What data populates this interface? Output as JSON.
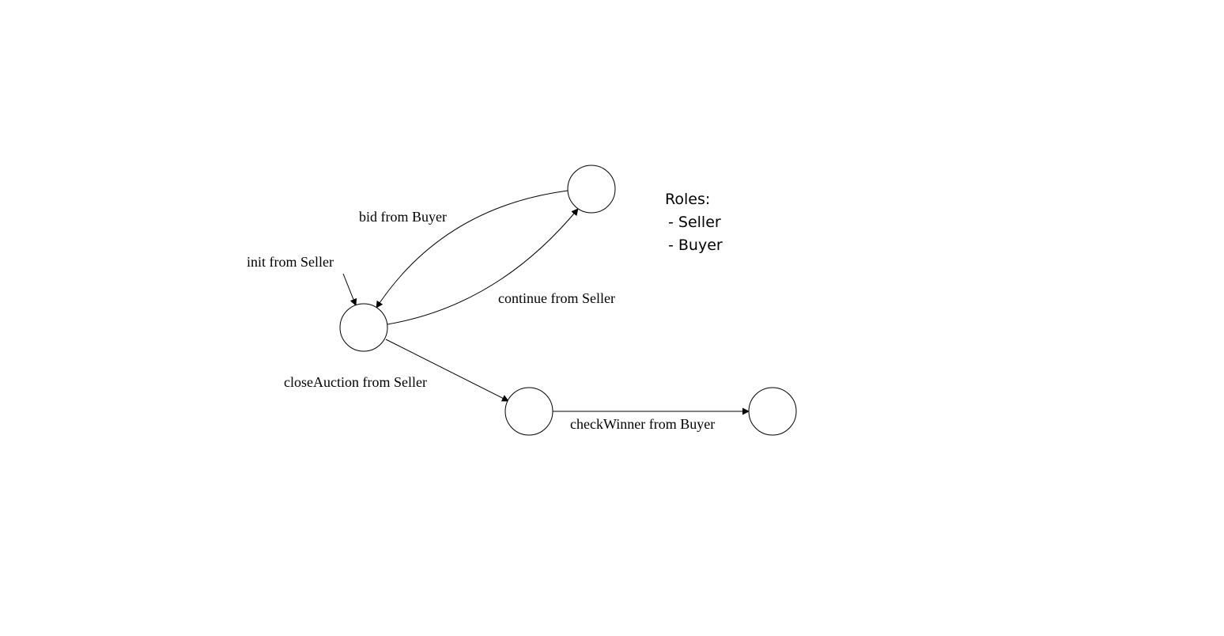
{
  "diagram": {
    "states": [
      {
        "id": "s0"
      },
      {
        "id": "s1"
      },
      {
        "id": "s2"
      },
      {
        "id": "s3"
      }
    ],
    "transitions": [
      {
        "label": "init from Seller",
        "from": null,
        "to": "s0"
      },
      {
        "label": "bid from Buyer",
        "from": "s1",
        "to": "s0"
      },
      {
        "label": "continue from Seller",
        "from": "s0",
        "to": "s1"
      },
      {
        "label": "closeAuction from Seller",
        "from": "s0",
        "to": "s2"
      },
      {
        "label": "checkWinner from Buyer",
        "from": "s2",
        "to": "s3"
      }
    ],
    "roles": {
      "title": "Roles:",
      "items": [
        "- Seller",
        "- Buyer"
      ]
    }
  }
}
